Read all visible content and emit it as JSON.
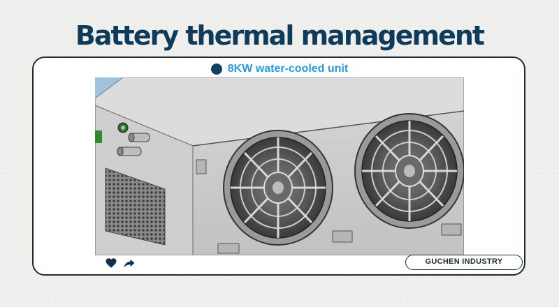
{
  "page": {
    "title": "Battery thermal management",
    "subtitle": "8KW water-cooled unit"
  },
  "actions": {
    "like_icon": "heart-icon",
    "share_icon": "share-arrow-icon"
  },
  "brand": {
    "label": "GUCHEN INDUSTRY"
  },
  "colors": {
    "title": "#0f3b5a",
    "subtitle": "#2a9be0",
    "bullet": "#123e60",
    "card_border": "#1d2a36"
  }
}
